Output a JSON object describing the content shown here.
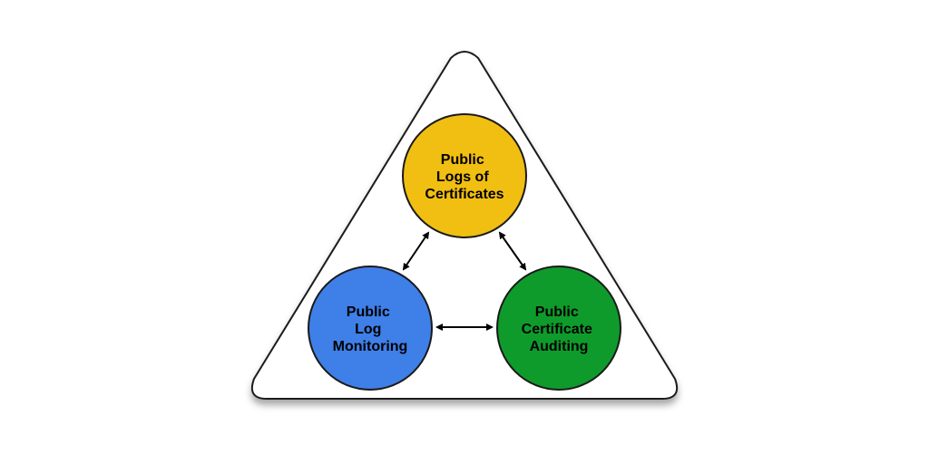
{
  "colors": {
    "background": "#ffffff",
    "triangle_fill": "#ffffff",
    "triangle_stroke": "#1a1a1a",
    "logs_circle": "#f1be12",
    "monitoring_circle": "#3f7fe8",
    "auditing_circle": "#0f9b2b",
    "arrow": "#000000"
  },
  "nodes": {
    "logs": {
      "lines": [
        "Public",
        "Logs of",
        "Certificates"
      ]
    },
    "monitoring": {
      "lines": [
        "Public",
        "Log",
        "Monitoring"
      ]
    },
    "auditing": {
      "lines": [
        "Public",
        "Certificate",
        "Auditing"
      ]
    }
  }
}
